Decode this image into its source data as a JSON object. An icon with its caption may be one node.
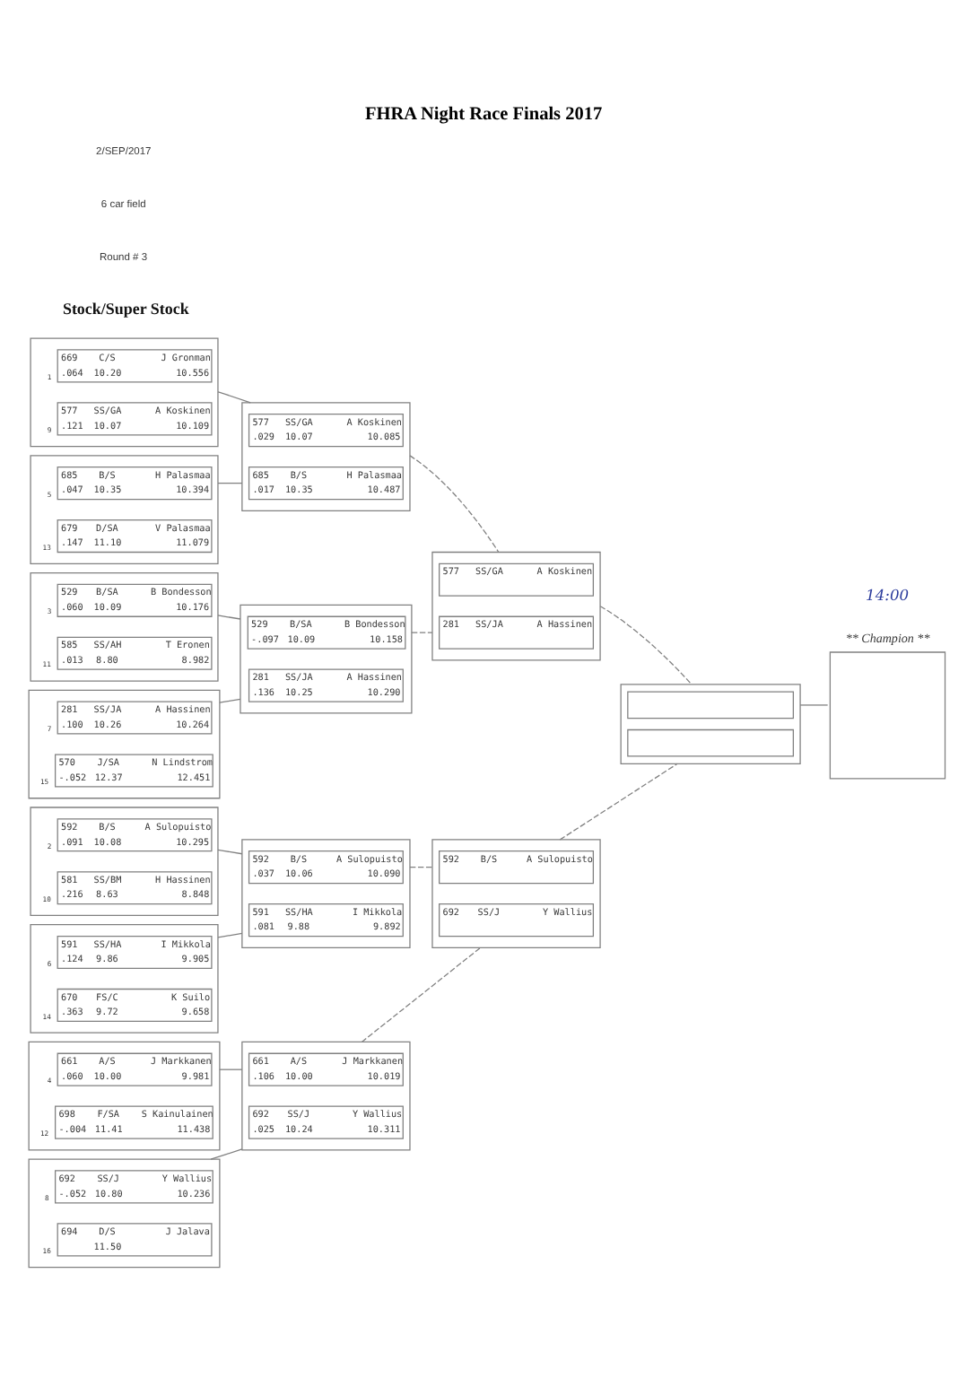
{
  "diagram": {
    "title": "FHRA Night Race Finals 2017",
    "nodes": [
      {
        "text": [],
        "shape": "box"
      },
      {
        "text": [
          "669",
          "C/S",
          "J Gronman",
          ".064",
          "10.20",
          "10.556"
        ],
        "beside": [
          "1"
        ],
        "in": 0
      },
      {
        "text": [
          "577",
          "SS/GA",
          "A Koskinen",
          ".121",
          "10.07",
          "10.109"
        ],
        "beside": [
          "9"
        ],
        "in": 0
      },
      {
        "text": [],
        "shape": "box"
      },
      {
        "text": [
          "685",
          "B/S",
          "H Palasmaa",
          ".047",
          "10.35",
          "10.394"
        ],
        "beside": [
          "5"
        ],
        "in": 3
      },
      {
        "text": [
          "679",
          "D/SA",
          "V Palasmaa",
          ".147",
          "11.10",
          "11.079"
        ],
        "beside": [
          "13"
        ],
        "in": 3
      },
      {
        "text": [],
        "shape": "box"
      },
      {
        "text": [
          "529",
          "B/SA",
          "B Bondesson",
          ".060",
          "10.09",
          "10.176"
        ],
        "beside": [
          "3"
        ],
        "in": 6
      },
      {
        "text": [
          "585",
          "SS/AH",
          "T Eronen",
          ".013",
          "8.80",
          "8.982"
        ],
        "beside": [
          "11"
        ],
        "in": 6
      },
      {
        "text": [],
        "shape": "box"
      },
      {
        "text": [
          "281",
          "SS/JA",
          "A Hassinen",
          ".100",
          "10.26",
          "10.264"
        ],
        "beside": [
          "7"
        ],
        "in": 9
      },
      {
        "text": [
          "570",
          "J/SA",
          "N Lindstrom",
          "-.052",
          "12.37",
          "12.451"
        ],
        "beside": [
          "15"
        ],
        "in": 9
      },
      {
        "text": [],
        "shape": "box"
      },
      {
        "text": [
          "592",
          "B/S",
          "A Sulopuisto",
          ".091",
          "10.08",
          "10.295"
        ],
        "beside": [
          "2"
        ],
        "in": 12
      },
      {
        "text": [
          "581",
          "SS/BM",
          "H Hassinen",
          ".216",
          "8.63",
          "8.848"
        ],
        "beside": [
          "10"
        ],
        "in": 12
      },
      {
        "text": [],
        "shape": "box"
      },
      {
        "text": [
          "591",
          "SS/HA",
          "I Mikkola",
          ".124",
          "9.86",
          "9.905"
        ],
        "beside": [
          "6"
        ],
        "in": 15
      },
      {
        "text": [
          "670",
          "FS/C",
          "K Suilo",
          ".363",
          "9.72",
          "9.658"
        ],
        "beside": [
          "14"
        ],
        "in": 15
      },
      {
        "text": [],
        "shape": "box"
      },
      {
        "text": [
          "661",
          "A/S",
          "J Markkanen",
          ".060",
          "10.00",
          "9.981"
        ],
        "beside": [
          "4"
        ],
        "in": 18
      },
      {
        "text": [
          "698",
          "F/SA",
          "S Kainulainen",
          "-.004",
          "11.41",
          "11.438"
        ],
        "beside": [
          "12"
        ],
        "in": 18
      },
      {
        "text": [],
        "shape": "box"
      },
      {
        "text": [
          "692",
          "SS/J",
          "Y Wallius",
          "-.052",
          "10.80",
          "10.236"
        ],
        "beside": [
          "8"
        ],
        "in": 21
      },
      {
        "text": [
          "694",
          "D/S",
          "J Jalava",
          "11.50"
        ],
        "beside": [
          "16"
        ],
        "in": 21
      },
      {
        "text": [],
        "shape": "box"
      },
      {
        "text": [
          "577",
          "SS/GA",
          "A Koskinen",
          ".029",
          "10.07",
          "10.085"
        ],
        "in": 24
      },
      {
        "text": [
          "685",
          "B/S",
          "H Palasmaa",
          ".017",
          "10.35",
          "10.487"
        ],
        "in": 24
      },
      {
        "text": [],
        "shape": "box"
      },
      {
        "text": [
          "529",
          "B/SA",
          "B Bondesson",
          "-.097",
          "10.09",
          "10.158"
        ],
        "in": 27
      },
      {
        "text": [
          "281",
          "SS/JA",
          "A Hassinen",
          ".136",
          "10.25",
          "10.290"
        ],
        "in": 27
      },
      {
        "text": [],
        "shape": "box"
      },
      {
        "text": [
          "592",
          "B/S",
          "A Sulopuisto",
          ".037",
          "10.06",
          "10.090"
        ],
        "in": 30
      },
      {
        "text": [
          "591",
          "SS/HA",
          "I Mikkola",
          ".081",
          "9.88",
          "9.892"
        ],
        "in": 30
      },
      {
        "text": [],
        "shape": "box"
      },
      {
        "text": [
          "661",
          "A/S",
          "J Markkanen",
          ".106",
          "10.00",
          "10.019"
        ],
        "in": 33
      },
      {
        "text": [
          "692",
          "SS/J",
          "Y Wallius",
          ".025",
          "10.24",
          "10.311"
        ],
        "in": 33
      },
      {
        "text": [],
        "shape": "box"
      },
      {
        "text": [
          "577",
          "SS/GA",
          "A Koskinen"
        ],
        "in": 36
      },
      {
        "text": [
          "281",
          "SS/JA",
          "A Hassinen"
        ],
        "in": 36
      },
      {
        "text": [],
        "shape": "box"
      },
      {
        "text": [
          "592",
          "B/S",
          "A Sulopuisto"
        ],
        "in": 39
      },
      {
        "text": [
          "692",
          "SS/J",
          "Y Wallius"
        ],
        "in": 39
      },
      {
        "text": [],
        "shape": "box"
      },
      {
        "text": [],
        "shape": "box",
        "in": 42
      },
      {
        "text": [],
        "shape": "box",
        "in": 42
      },
      {
        "text": [
          "** Champion **"
        ]
      }
    ],
    "edges": [
      {
        "from": 0,
        "to": 24,
        "arrow": "none"
      },
      {
        "from": 3,
        "to": 24,
        "arrow": "none"
      },
      {
        "from": 6,
        "to": 27,
        "arrow": "none"
      },
      {
        "from": 9,
        "to": 27,
        "arrow": "none"
      },
      {
        "from": 12,
        "to": 30,
        "arrow": "none"
      },
      {
        "from": 15,
        "to": 30,
        "arrow": "none"
      },
      {
        "from": 18,
        "to": 33,
        "arrow": "none"
      },
      {
        "from": 21,
        "to": 33,
        "arrow": "none"
      },
      {
        "from": 24,
        "to": 36,
        "arrow": "none",
        "style": "dashed"
      },
      {
        "from": 27,
        "to": 36,
        "arrow": "none",
        "style": "dashed"
      },
      {
        "from": 30,
        "to": 39,
        "arrow": "none",
        "style": "dashed"
      },
      {
        "from": 33,
        "to": 39,
        "arrow": "none",
        "style": "dashed"
      },
      {
        "from": 36,
        "to": 42,
        "arrow": "none",
        "style": "dashed"
      },
      {
        "from": 39,
        "to": 42,
        "arrow": "none",
        "style": "dashed"
      },
      {
        "from": 42,
        "to": 45,
        "arrow": "none"
      }
    ],
    "labels": [
      "2/SEP/2017",
      "6 car field",
      "Round # 3",
      "Stock/Super Stock",
      "14:00"
    ]
  }
}
